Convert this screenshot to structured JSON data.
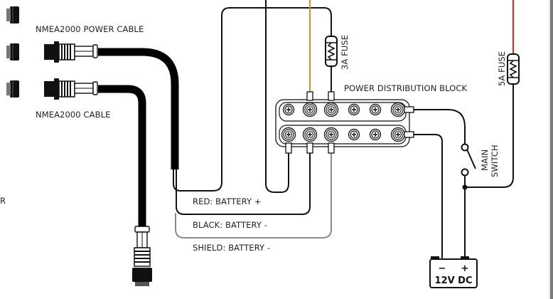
{
  "diagram": {
    "labels": {
      "power_cable": "NMEA2000 POWER CABLE",
      "nmea_cable": "NMEA2000 CABLE",
      "cut_off_label_fragment": "R",
      "fuse_3a": "3A FUSE",
      "fuse_5a": "5A FUSE",
      "distribution_block": "POWER DISTRIBUTION BLOCK",
      "main_switch_line1": "MAIN",
      "main_switch_line2": "SWITCH",
      "red_wire": "RED: BATTERY +",
      "black_wire": "BLACK: BATTERY -",
      "shield_wire": "SHIELD: BATTERY -"
    },
    "battery": {
      "negative_symbol": "−",
      "positive_symbol": "+",
      "voltage": "12V DC"
    },
    "distribution_block": {
      "rows": 2,
      "terminals_per_row": 6
    },
    "colors": {
      "wire_black": "#111111",
      "wire_orange": "#e8892e",
      "wire_red": "#e62222",
      "wire_shield": "#8a8a8a",
      "scrollbar": "#7a7a7a"
    }
  }
}
